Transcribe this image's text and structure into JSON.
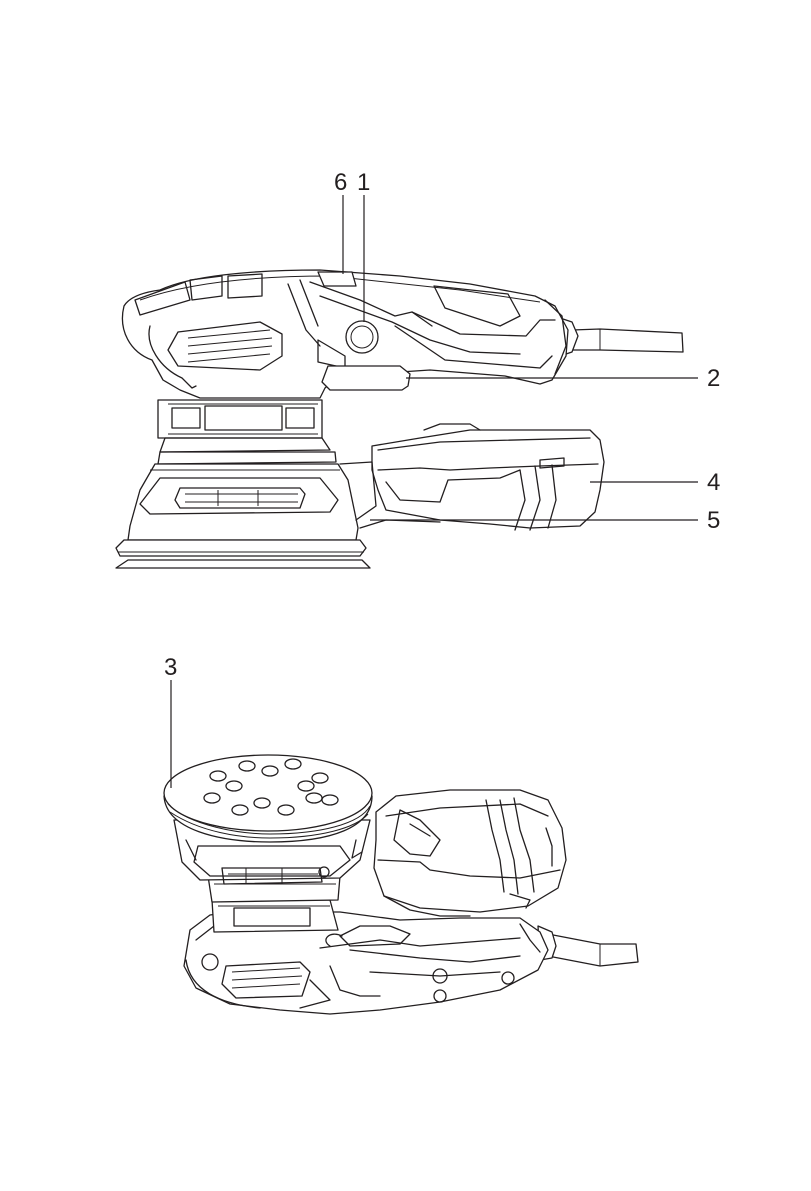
{
  "diagram": {
    "colors": {
      "line": "#231f20",
      "background": "#ffffff"
    },
    "side_view": {
      "callouts": [
        {
          "id": "c6",
          "label": "6"
        },
        {
          "id": "c1",
          "label": "1"
        },
        {
          "id": "c2",
          "label": "2"
        },
        {
          "id": "c4",
          "label": "4"
        },
        {
          "id": "c5",
          "label": "5"
        }
      ]
    },
    "bottom_view": {
      "callouts": [
        {
          "id": "c3",
          "label": "3"
        }
      ]
    }
  }
}
